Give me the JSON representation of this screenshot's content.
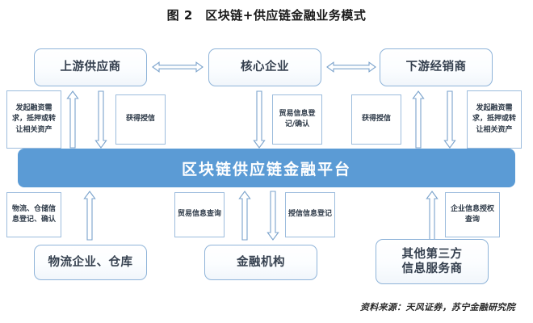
{
  "figure": {
    "title": "图 2　区块链+供应链金融业务模式",
    "source_note": "资料来源：天风证券，苏宁金融研究院"
  },
  "colors": {
    "platform_fill": "#5b9bd5",
    "box_border": "#8fb4d9",
    "note_border": "#9cbcdd",
    "arrow_stroke": "#7ba3cc",
    "arrow_fill": "#ffffff",
    "text_dark": "#35404f",
    "platform_text": "#ffffff"
  },
  "entities": {
    "upstream_supplier": "上游供应商",
    "core_enterprise": "核心企业",
    "downstream_distributor": "下游经销商",
    "platform": "区块链供应链金融平台",
    "logistics_warehouse": "物流企业、仓库",
    "financial_institution": "金融机构",
    "third_party_info": "其他第三方\n信息服务商",
    "third_party_info_line1": "其他第三方",
    "third_party_info_line2": "信息服务商"
  },
  "notes": {
    "upstream_financing": "发起融资需求，抵押或转让相关资产",
    "upstream_financing_lines": [
      "发起融资",
      "需求，抵押",
      "或转让",
      "相关资产"
    ],
    "upstream_credit": "获得授信",
    "trade_info_register": "贸易信息登记/确认",
    "trade_info_register_lines": [
      "贸易信息",
      "登记/确认"
    ],
    "downstream_credit": "获得授信",
    "downstream_financing": "发起融资需求，抵押或转让相关资产",
    "downstream_financing_lines": [
      "发起融资",
      "需求，抵押",
      "或转让",
      "相关资产"
    ],
    "logistics_info": "物流、仓储信息登记、确认",
    "logistics_info_lines": [
      "物流、仓储",
      "信息登记、",
      "确认"
    ],
    "trade_info_query": "贸易信息查询",
    "trade_info_query_lines": [
      "贸易信息",
      "查询"
    ],
    "credit_info_register": "授信信息登记",
    "credit_info_register_lines": [
      "授信信息",
      "登记"
    ],
    "enterprise_info_query": "企业信息授权查询",
    "enterprise_info_query_lines": [
      "企业信息",
      "授权查询"
    ]
  },
  "arrows": {
    "supplier_core_bidirectional": "双向箭头",
    "core_distributor_bidirectional": "双向箭头",
    "upstream_up": "向上箭头",
    "upstream_down": "向下箭头",
    "core_down": "向下箭头",
    "downstream_up": "向上箭头",
    "downstream_down": "向下箭头",
    "logistics_up": "向上箭头",
    "finance_up": "向上箭头",
    "finance_down": "向下箭头",
    "thirdparty_up": "向上箭头"
  }
}
